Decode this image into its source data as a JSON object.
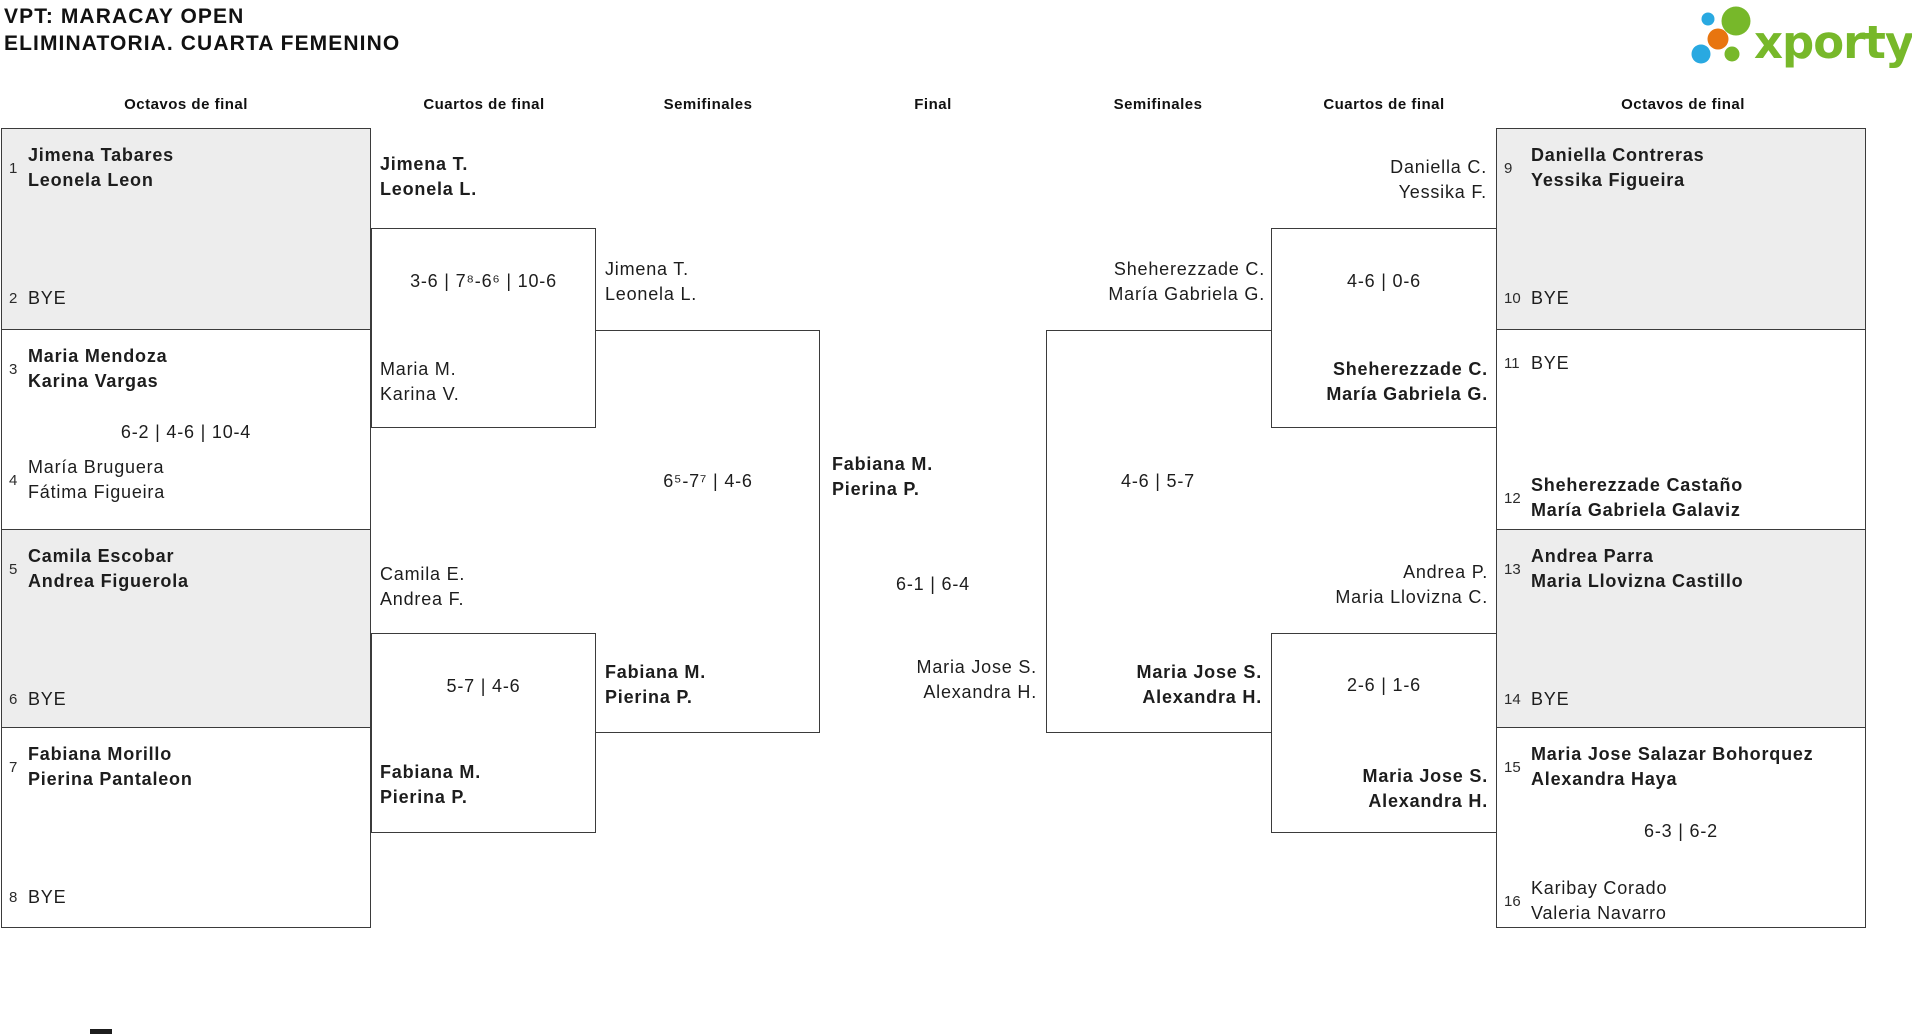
{
  "title": {
    "line1": "VPT: MARACAY OPEN",
    "line2": "ELIMINATORIA. CUARTA FEMENINO"
  },
  "logo": {
    "text": "xporty"
  },
  "colors": {
    "accent_green": "#77b82a",
    "accent_blue": "#29a9e1",
    "accent_orange": "#e8750f",
    "box_gray": "#ededed",
    "line": "#3b3b3b"
  },
  "round_headers": [
    {
      "label": "Octavos de final"
    },
    {
      "label": "Cuartos de final"
    },
    {
      "label": "Semifinales"
    },
    {
      "label": "Final"
    },
    {
      "label": "Semifinales"
    },
    {
      "label": "Cuartos de final"
    },
    {
      "label": "Octavos de final"
    }
  ],
  "r16_left": [
    {
      "seed1": "1",
      "t1l1": "Jimena Tabares",
      "t1l2": "Leonela Leon",
      "seed2": "2",
      "bye2": "BYE"
    },
    {
      "seed1": "3",
      "t1l1": "Maria Mendoza",
      "t1l2": "Karina Vargas",
      "score": "6-2 | 4-6 | 10-4",
      "seed2": "4",
      "t2l1": "María Bruguera",
      "t2l2": "Fátima Figueira"
    },
    {
      "seed1": "5",
      "t1l1": "Camila Escobar",
      "t1l2": "Andrea Figuerola",
      "seed2": "6",
      "bye2": "BYE"
    },
    {
      "seed1": "7",
      "t1l1": "Fabiana Morillo",
      "t1l2": "Pierina Pantaleon",
      "seed2": "8",
      "bye2": "BYE"
    }
  ],
  "qf_left": [
    {
      "t1l1": "Jimena T.",
      "t1l2": "Leonela L.",
      "score": "3-6 | 7⁸-6⁶ | 10-6",
      "t2l1": "Maria M.",
      "t2l2": "Karina V."
    },
    {
      "t1l1": "Camila E.",
      "t1l2": "Andrea F.",
      "score": "5-7 | 4-6",
      "t2l1": "Fabiana M.",
      "t2l2": "Pierina P."
    }
  ],
  "sf_left": {
    "t1l1": "Jimena T.",
    "t1l2": "Leonela L.",
    "score": "6⁵-7⁷ | 4-6",
    "t2l1": "Fabiana M.",
    "t2l2": "Pierina P."
  },
  "final": {
    "t1l1": "Fabiana M.",
    "t1l2": "Pierina P.",
    "score": "6-1 | 6-4",
    "t2l1": "Maria Jose S.",
    "t2l2": "Alexandra H."
  },
  "sf_right": {
    "t1l1": "Sheherezzade C.",
    "t1l2": "María Gabriela G.",
    "score": "4-6 | 5-7",
    "t2l1": "Maria Jose S.",
    "t2l2": "Alexandra H."
  },
  "qf_right": [
    {
      "t1l1": "Daniella C.",
      "t1l2": "Yessika F.",
      "score": "4-6 | 0-6",
      "t2l1": "Sheherezzade C.",
      "t2l2": "María Gabriela G."
    },
    {
      "t1l1": "Andrea P.",
      "t1l2": "Maria Llovizna C.",
      "score": "2-6 | 1-6",
      "t2l1": "Maria Jose S.",
      "t2l2": "Alexandra H."
    }
  ],
  "r16_right": [
    {
      "seed1": "9",
      "t1l1": "Daniella Contreras",
      "t1l2": "Yessika Figueira",
      "seed2": "10",
      "bye2": "BYE"
    },
    {
      "seed1": "11",
      "bye1": "BYE",
      "seed2": "12",
      "t2l1": "Sheherezzade Castaño",
      "t2l2": "María Gabriela Galaviz"
    },
    {
      "seed1": "13",
      "t1l1": "Andrea Parra",
      "t1l2": "Maria Llovizna Castillo",
      "seed2": "14",
      "bye2": "BYE"
    },
    {
      "seed1": "15",
      "t1l1": "Maria Jose Salazar Bohorquez",
      "t1l2": "Alexandra Haya",
      "score": "6-3 | 6-2",
      "seed2": "16",
      "t2l1": "Karibay Corado",
      "t2l2": "Valeria Navarro"
    }
  ]
}
